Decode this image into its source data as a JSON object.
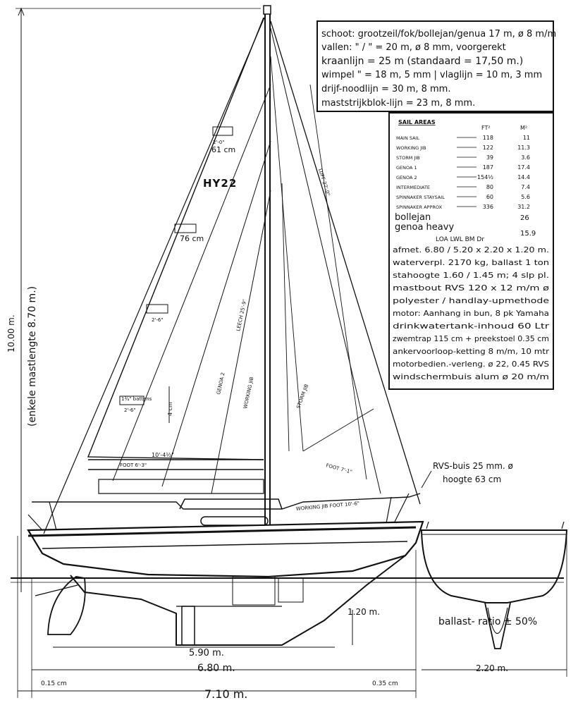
{
  "spec_box": {
    "lines": [
      "schoot: grootzeil/fok/bollejan/genua 17 m, ø 8 m/m",
      "vallen:   \"   /   \"  = 20 m, ø 8 mm, voorgerekt",
      "kraanlijn = 25 m (standaard = 17,50 m.)",
      "wimpel \" = 18 m, 5 mm | vlaglijn = 10 m, 3 mm",
      "drijf-noodlijn = 30 m, 8 mm.",
      "maststrijkblok-lijn = 23 m, 8 mm."
    ]
  },
  "sail_table": {
    "title": "SAIL AREAS",
    "unit_ft": "FT²",
    "unit_m": "M²",
    "rows": [
      {
        "name": "MAIN SAIL",
        "ft": "118",
        "m": "11"
      },
      {
        "name": "WORKING JIB",
        "ft": "122",
        "m": "11.3"
      },
      {
        "name": "STORM JIB",
        "ft": "39",
        "m": "3.6"
      },
      {
        "name": "GENOA 1",
        "ft": "187",
        "m": "17.4"
      },
      {
        "name": "GENOA 2",
        "ft": "154½",
        "m": "14.4"
      },
      {
        "name": "INTERMEDIATE",
        "ft": "80",
        "m": "7.4"
      },
      {
        "name": "SPINNAKER STAYSAIL",
        "ft": "60",
        "m": "5.6"
      },
      {
        "name": "SPINNAKER APPROX",
        "ft": "336",
        "m": "31.2"
      }
    ],
    "extra_rows": [
      {
        "name": "bollejan",
        "m": "26"
      },
      {
        "name": "genoa heavy",
        "m": "15.9"
      }
    ],
    "spec_header": "LOA    LWL    BM    Dr",
    "spec_lines": [
      "afmet. 6.80 / 5.20 x 2.20 x 1.20 m.",
      "waterverpl. 2170 kg, ballast 1 ton",
      "stahoogte 1.60 / 1.45 m; 4 slp pl.",
      "mastbout RVS 120 x 12 m/m ø",
      "polyester / handlay-upmethode",
      "motor: Aanhang in bun, 8 pk Yamaha",
      "drinkwatertank-inhoud 60 Ltr",
      "zwemtrap 115 cm + preekstoel 0.35 cm",
      "ankervoorloop-ketting 8 m/m, 10 mtr",
      "motorbedien.-verleng. ø 22, 0.45 RVS",
      "windschermbuis alum ø 20 m/m"
    ]
  },
  "labels": {
    "model": "HY22",
    "height_total": "10.00 m.",
    "mast_length": "(enkele mastlengte  8.70 m.)",
    "batten_61": "61 cm",
    "batten_76": "76 cm",
    "batten_top": "2'-0\"",
    "batten_mid": "2'-6\"",
    "batten_low": "2'-6\"",
    "battens_note": "1¾\" battens",
    "cm4": "4 cm",
    "foot_main": "10'-4½\"",
    "foot_boom": "FOOT  6'-3\"",
    "rvs_tube": "RVS-buis 25 mm. ø",
    "rvs_height": "hoogte 63 cm",
    "draft": "1.20 m.",
    "lwl": "5.90 m.",
    "loa": "6.80 m.",
    "total_length": "7.10 m.",
    "fwd_overhang": "0.15 cm",
    "aft_overhang": "0.35 cm",
    "beam": "2.20 m.",
    "ballast_ratio": "ballast-  ratio ± 50%",
    "sail_line_1": "LUFF 27'-0\"",
    "sail_line_2": "LEECH 25'-9\"",
    "sail_line_3": "GENOA 2",
    "sail_line_4": "WORKING JIB",
    "sail_line_5": "STORM JIB",
    "sail_line_6": "FOOT 7'-1\"",
    "sail_line_7": "WORKING JIB FOOT 10'-6\""
  }
}
